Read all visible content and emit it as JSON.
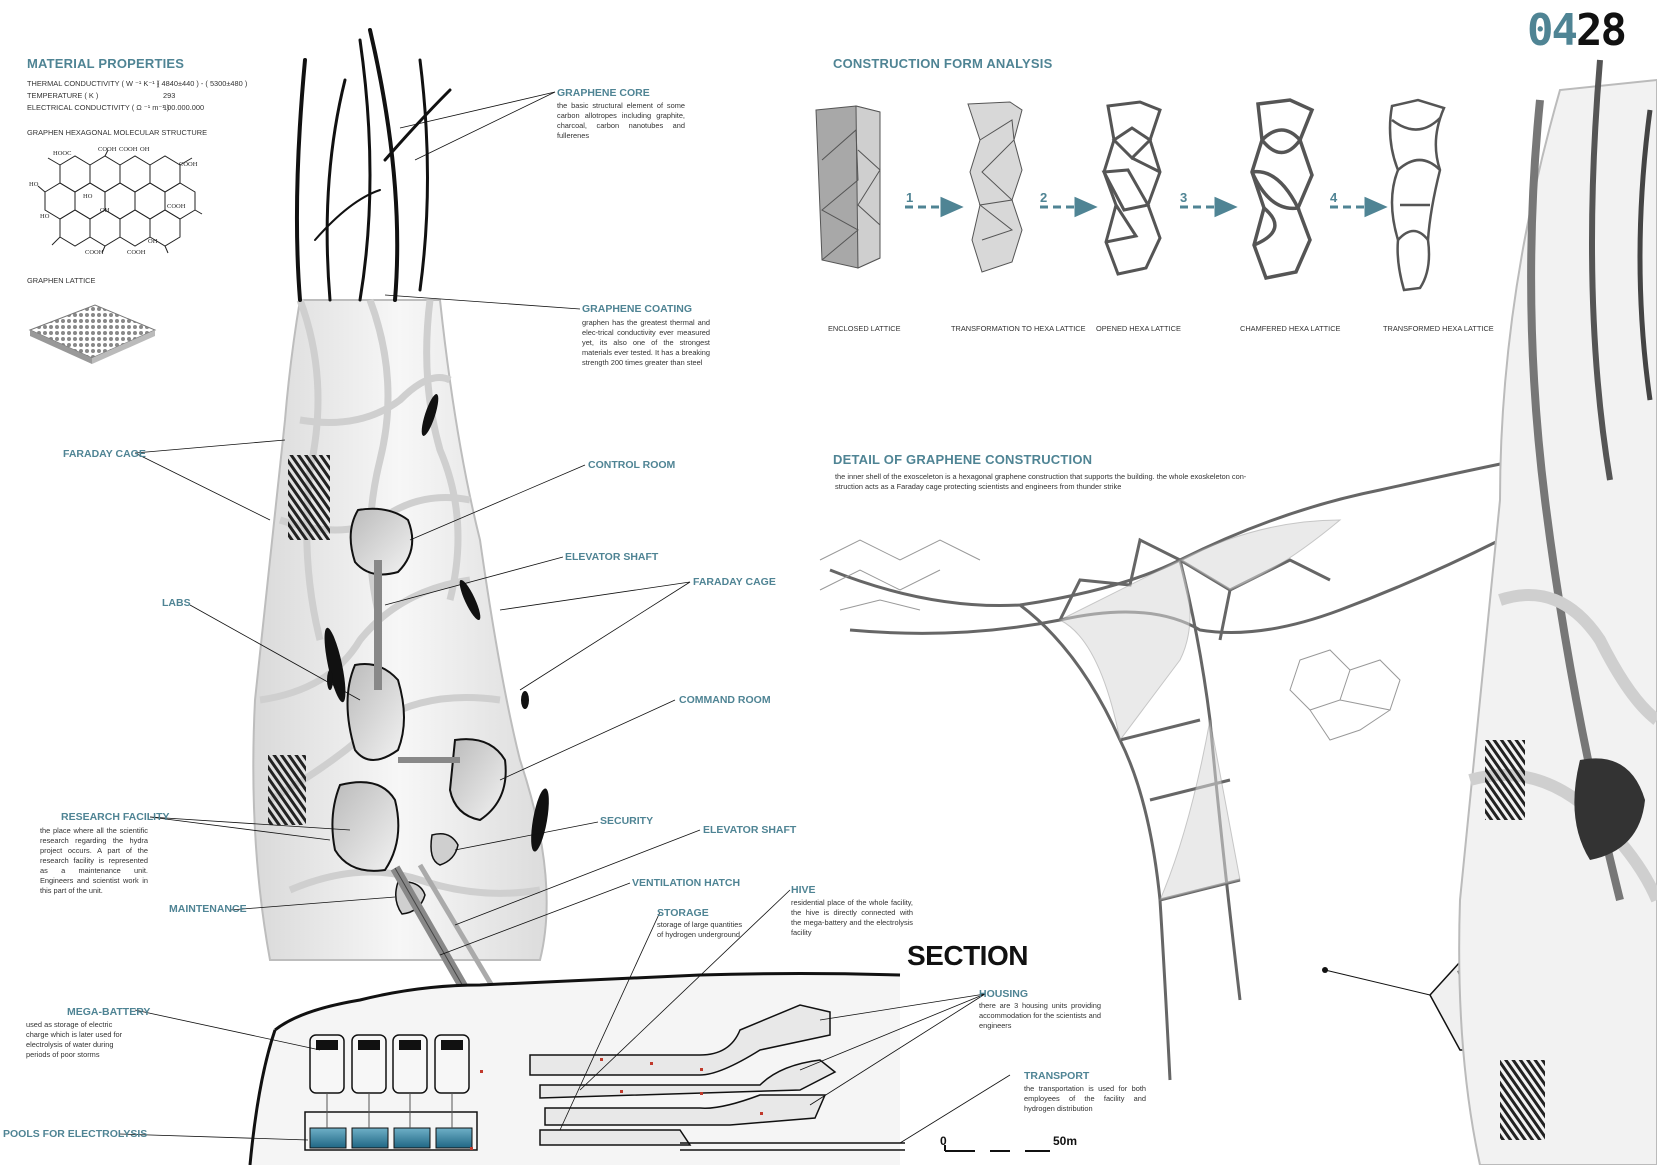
{
  "page_number": {
    "left": "04",
    "right": "28"
  },
  "material": {
    "title": "MATERIAL PROPERTIES",
    "props": [
      {
        "label": "THERMAL CONDUCTIVITY ( W ⁻¹ K⁻¹ )",
        "value": "( 4840±440 ) - ( 5300±480 )"
      },
      {
        "label": "TEMPERATURE ( K )",
        "value": "293"
      },
      {
        "label": "ELECTRICAL CONDUCTIVITY ( Ω ⁻¹ m⁻¹ )",
        "value": "100.000.000"
      }
    ],
    "molecular_title": "GRAPHEN HEXAGONAL MOLECULAR STRUCTURE",
    "lattice_title": "GRAPHEN LATTICE",
    "molecule_labels": [
      "HOOC",
      "COOH",
      "COOH",
      "OH",
      "COOH",
      "HO",
      "HO",
      "COOH",
      "HO",
      "OH",
      "COOH",
      "COOH",
      "OH"
    ]
  },
  "construction": {
    "title": "CONSTRUCTION FORM ANALYSIS",
    "steps": [
      "1",
      "2",
      "3",
      "4"
    ],
    "captions": [
      "ENCLOSED LATTICE",
      "TRANSFORMATION TO HEXA LATTICE",
      "OPENED HEXA LATTICE",
      "CHAMFERED HEXA LATTICE",
      "TRANSFORMED HEXA LATTICE"
    ]
  },
  "detail": {
    "title": "DETAIL OF GRAPHENE CONSTRUCTION",
    "text1": "the inner shell of the exosceleton is a hexagonal graphene construction that supports the building. the whole exoskeleton con-",
    "text2": "struction acts as a Faraday cage protecting scientists and engineers from thunder strike"
  },
  "section_word": "SECTION",
  "scale": {
    "zero": "0",
    "end": "50m"
  },
  "labels": {
    "graphene_core": {
      "title": "GRAPHENE CORE",
      "desc": "the basic structural element of some carbon allotropes including graphite, charcoal, carbon nanotubes and fullerenes"
    },
    "graphene_coating": {
      "title": "GRAPHENE COATING",
      "desc": "graphen has the greatest thermal and elec-trical conductivity ever measured yet, its also one of the strongest materials ever tested. It has a breaking strength 200 times greater than steel"
    },
    "faraday_cage_left": "FARADAY CAGE",
    "control_room": "CONTROL ROOM",
    "elevator_shaft_top": "ELEVATOR SHAFT",
    "faraday_cage_right": "FARADAY CAGE",
    "labs": "LABS",
    "command_room": "COMMAND ROOM",
    "research_facility": {
      "title": "RESEARCH FACILITY",
      "desc": "the place where all the scientific research regarding the hydra project occurs. A part of the research facility is represented as a maintenance unit. Engineers and scientist work in this part of the unit."
    },
    "security": "SECURITY",
    "elevator_shaft_mid": "ELEVATOR SHAFT",
    "ventilation_hatch": "VENTILATION HATCH",
    "maintenance": "MAINTENANCE",
    "hive": {
      "title": "HIVE",
      "desc": "residential place of the whole facility, the hive is directly connected with the mega-battery and the electrolysis facility"
    },
    "storage": {
      "title": "STORAGE",
      "desc": "storage of large quantities of hydrogen underground"
    },
    "mega_battery": {
      "title": "MEGA-BATTERY",
      "desc": "used as storage of electric charge which is later used for electrolysis of water during periods of poor storms"
    },
    "housing": {
      "title": "HOUSING",
      "desc": "there are 3 housing units providing accommodation for the scientists and engineers"
    },
    "transport": {
      "title": "TRANSPORT",
      "desc": "the transportation is used for both employees of the facility and hydrogen distribution"
    },
    "pools": "POOLS FOR ELECTROLYSIS"
  },
  "colors": {
    "accent": "#4f8494",
    "ink": "#111111",
    "water": "#3b7f99"
  }
}
